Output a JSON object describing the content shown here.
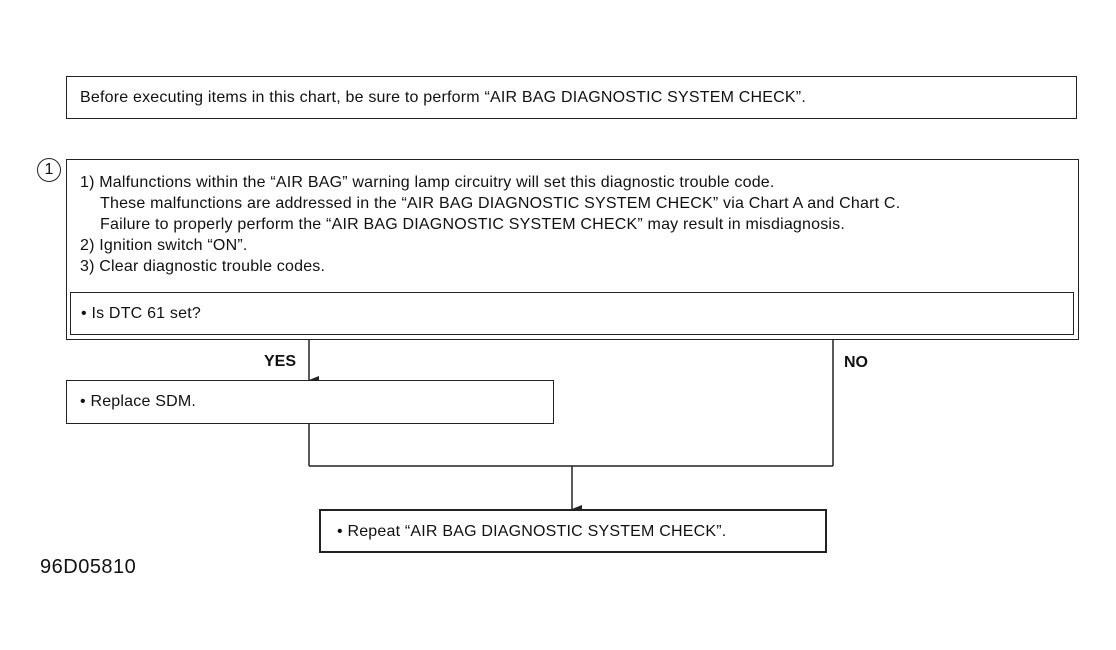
{
  "precheck": {
    "text": "Before executing items in this chart, be sure to perform “AIR BAG DIAGNOSTIC SYSTEM CHECK”."
  },
  "step1": {
    "number": "1",
    "lines": [
      "1) Malfunctions within the “AIR BAG” warning lamp circuitry will set this diagnostic trouble code.",
      "These malfunctions are addressed in the “AIR BAG DIAGNOSTIC SYSTEM CHECK” via Chart A and Chart C.",
      "Failure to properly perform the “AIR BAG DIAGNOSTIC SYSTEM CHECK” may result in misdiagnosis.",
      "2) Ignition switch “ON”.",
      "3) Clear diagnostic trouble codes."
    ],
    "question": "• Is DTC 61 set?"
  },
  "branches": {
    "yes": "YES",
    "no": "NO"
  },
  "yes_action": "• Replace SDM.",
  "final_action": "• Repeat “AIR BAG DIAGNOSTIC SYSTEM CHECK”.",
  "figure_id": "96D05810"
}
